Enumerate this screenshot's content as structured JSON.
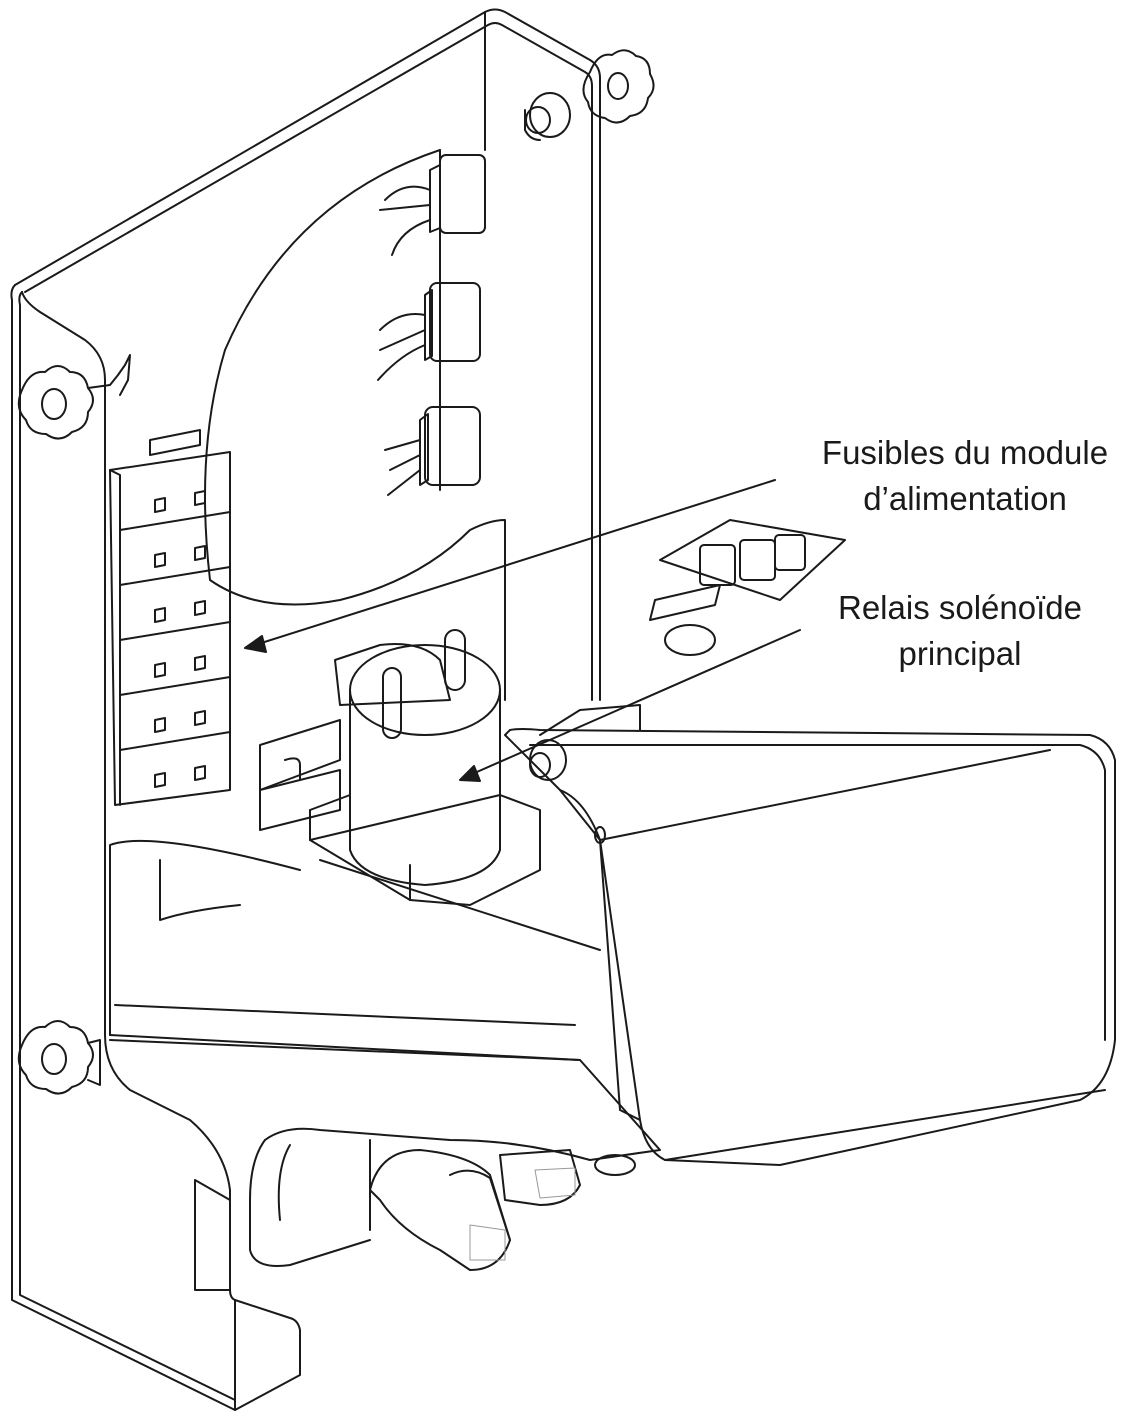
{
  "diagram": {
    "callouts": [
      {
        "id": "fuses",
        "line1": "Fusibles du module",
        "line2": "d’alimentation"
      },
      {
        "id": "relay",
        "line1": "Relais solénoïde",
        "line2": "principal"
      }
    ]
  }
}
